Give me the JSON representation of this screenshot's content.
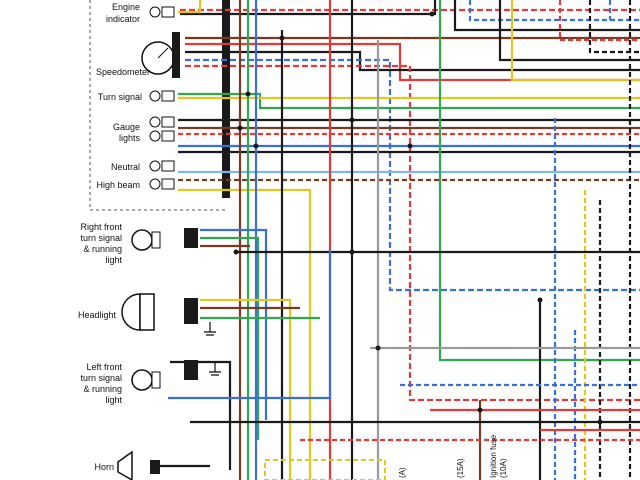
{
  "components": {
    "engine_indicator": [
      "Engine",
      "indicator"
    ],
    "speedometer": "Speedometer",
    "turn_signal": "Turn signal",
    "gauge_lights": [
      "Gauge",
      "lights"
    ],
    "neutral": "Neutral",
    "high_beam": "High beam",
    "right_front": [
      "Right front",
      "turn signal",
      "& running",
      "light"
    ],
    "headlight": "Headlight",
    "left_front": [
      "Left front",
      "turn signal",
      "& running",
      "light"
    ],
    "horn": "Horn"
  },
  "fuses": {
    "fuse_15a": "(15A)",
    "ignition_fuse": [
      "Ignition fuse",
      "(10A)"
    ],
    "partial_a": "(A)"
  },
  "wire_colors": {
    "red": "#e23a3a",
    "black": "#1a1a1a",
    "blue": "#3a6fd8",
    "green": "#2fa84f",
    "yellow": "#e2c81e",
    "brown": "#7a3a22",
    "orange": "#e88a2a",
    "white": "#f2f2f2",
    "gray": "#9a9a9a",
    "lightblue": "#7fb8e8",
    "pink": "#e66aa0"
  }
}
